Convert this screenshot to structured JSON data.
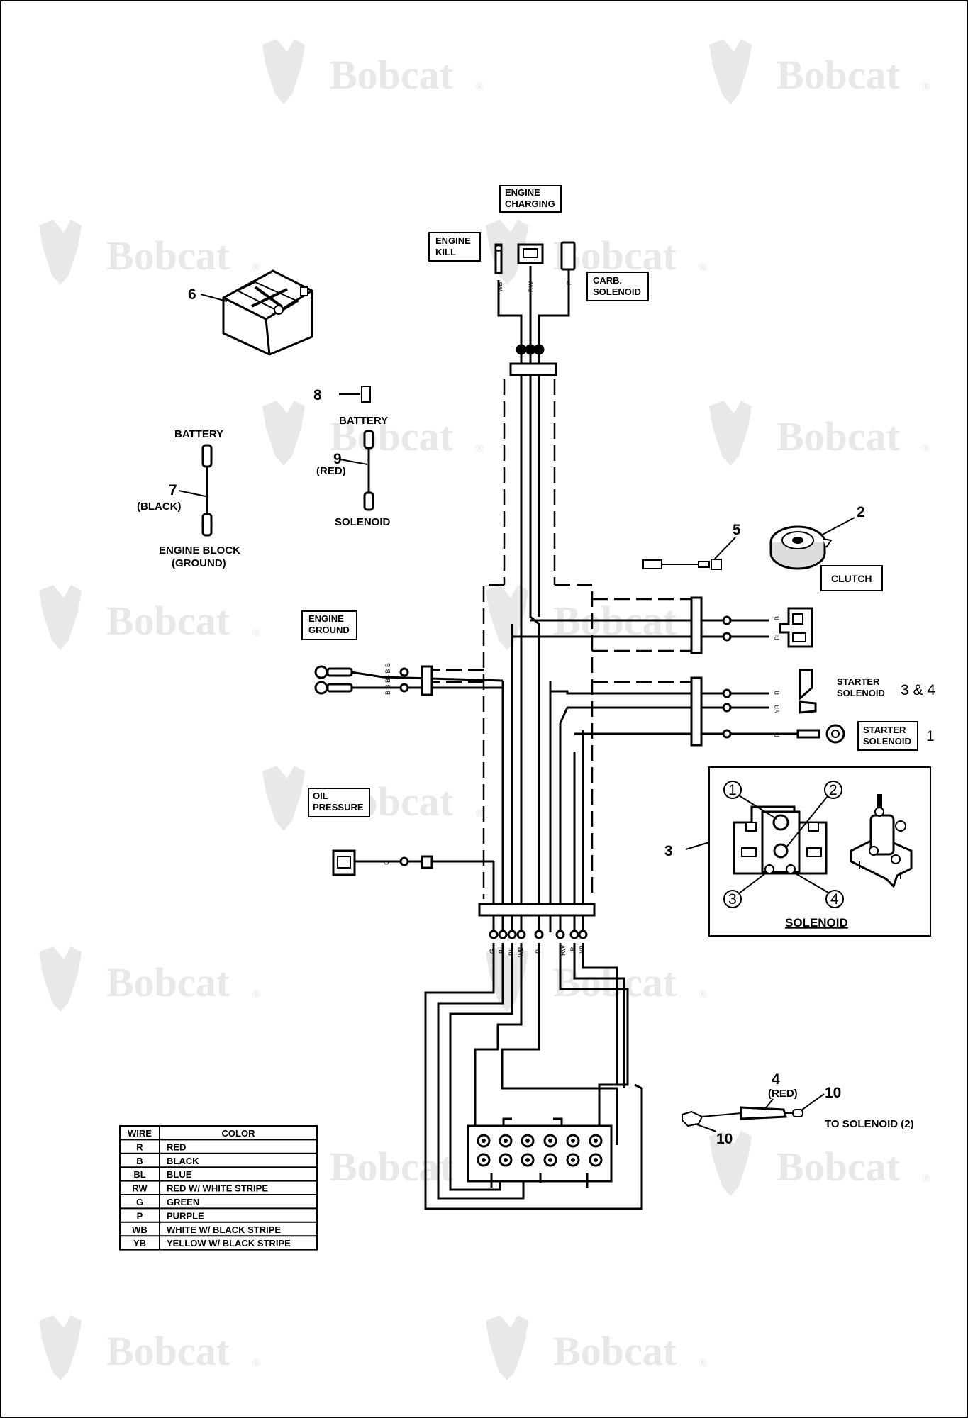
{
  "watermark": {
    "brand": "Bobcat",
    "mark": "®",
    "icon": "bobcat-logo-icon"
  },
  "labels": {
    "engine_charging": [
      "ENGINE",
      "CHARGING"
    ],
    "engine_kill": [
      "ENGINE",
      "KILL"
    ],
    "carb_solenoid": [
      "CARB.",
      "SOLENOID"
    ],
    "clutch": "CLUTCH",
    "engine_ground": [
      "ENGINE",
      "GROUND"
    ],
    "oil_pressure": [
      "OIL",
      "PRESSURE"
    ],
    "starter_solenoid_a": [
      "STARTER",
      "SOLENOID"
    ],
    "starter_solenoid_b": [
      "STARTER",
      "SOLENOID"
    ],
    "solenoid_inset_title": "SOLENOID",
    "battery_7": "BATTERY",
    "engine_block": [
      "ENGINE BLOCK",
      "(GROUND)"
    ],
    "battery_9": "BATTERY",
    "solenoid_9": "SOLENOID",
    "to_solenoid": "TO SOLENOID (2)"
  },
  "callouts": {
    "c1": "1",
    "c2": "2",
    "c3": "3",
    "c34": "3 & 4",
    "c4": "4",
    "c5": "5",
    "c6": "6",
    "c7": "7",
    "c7_sub": "(BLACK)",
    "c8": "8",
    "c9": "9",
    "c9_sub": "(RED)",
    "c4_sub": "(RED)",
    "c10a": "10",
    "c10b": "10",
    "inset_1": "1",
    "inset_2": "2",
    "inset_3": "3",
    "inset_4": "4"
  },
  "wire_tags": {
    "top": [
      "WB",
      "RW",
      "P"
    ],
    "clutch": [
      "B",
      "BL"
    ],
    "ground": [
      "B B B",
      "B B B"
    ],
    "starter": [
      "B",
      "YB",
      "R"
    ],
    "oil": "G",
    "bottom": [
      "G",
      "B",
      "BL",
      "WB",
      "P",
      "RW",
      "R",
      "YB"
    ]
  },
  "wire_table": {
    "headers": [
      "WIRE",
      "COLOR"
    ],
    "rows": [
      [
        "R",
        "RED"
      ],
      [
        "B",
        "BLACK"
      ],
      [
        "BL",
        "BLUE"
      ],
      [
        "RW",
        "RED W/ WHITE STRIPE"
      ],
      [
        "G",
        "GREEN"
      ],
      [
        "P",
        "PURPLE"
      ],
      [
        "WB",
        "WHITE W/ BLACK STRIPE"
      ],
      [
        "YB",
        "YELLOW W/ BLACK STRIPE"
      ]
    ]
  }
}
